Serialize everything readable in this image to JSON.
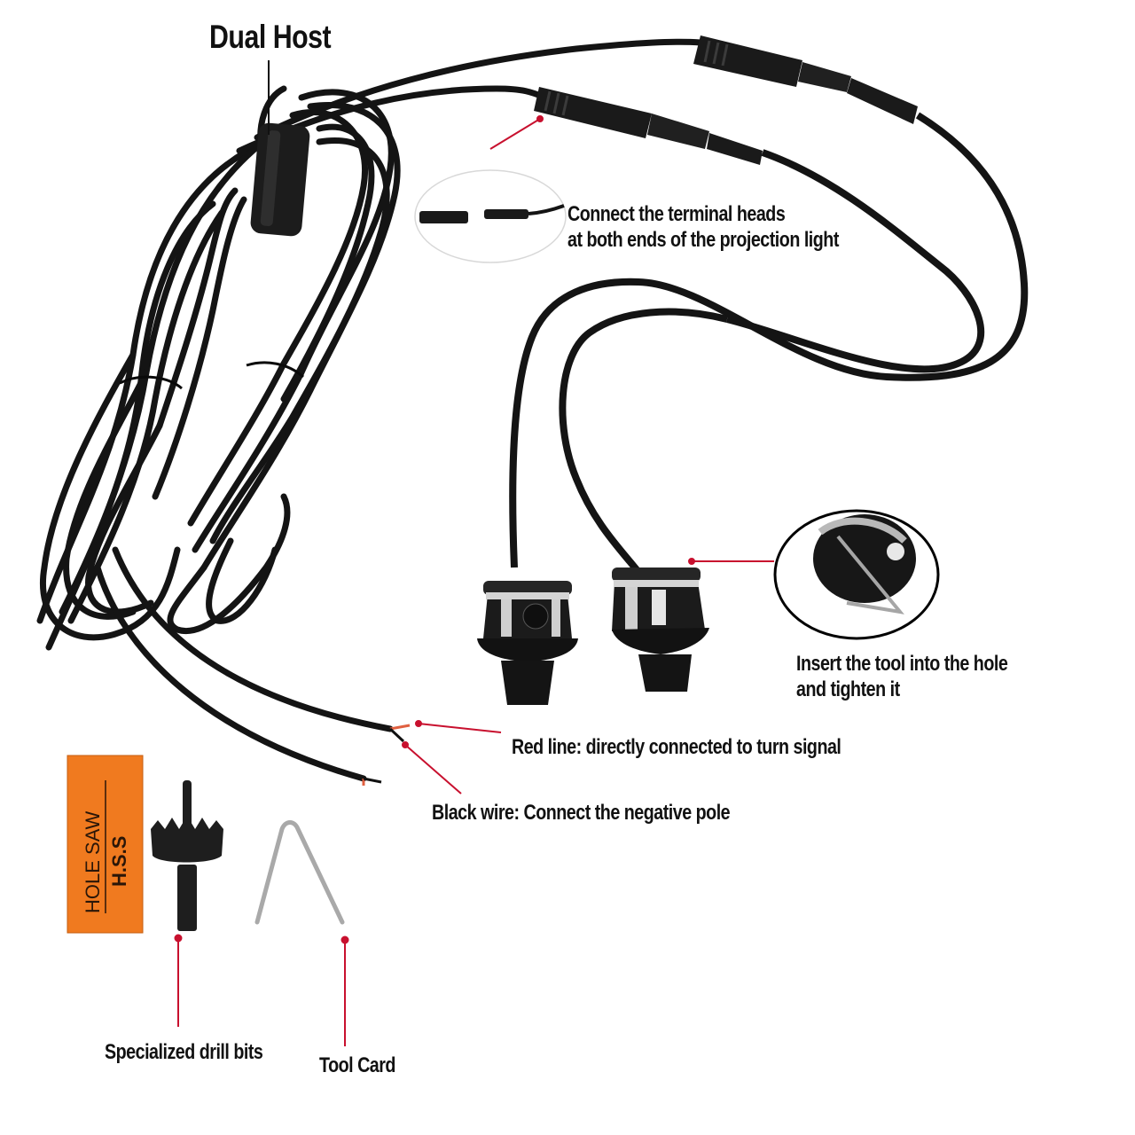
{
  "labels": {
    "dual_host": "Dual Host",
    "connect_line1": "Connect the terminal heads",
    "connect_line2": "at both ends of the projection light",
    "insert_line1": "Insert the tool into the hole",
    "insert_line2": "and tighten it",
    "red_line": "Red line: directly connected to turn signal",
    "black_wire": "Black wire: Connect the negative pole",
    "drill_bits": "Specialized drill bits",
    "tool_card": "Tool Card"
  },
  "box": {
    "line1": "HOLE  SAW",
    "line2": "H.S.S"
  },
  "colors": {
    "cable": "#141414",
    "pointer_red": "#c8102e",
    "box_orange": "#f07a1f",
    "chrome": "#c9c9c9",
    "text": "#111111"
  }
}
